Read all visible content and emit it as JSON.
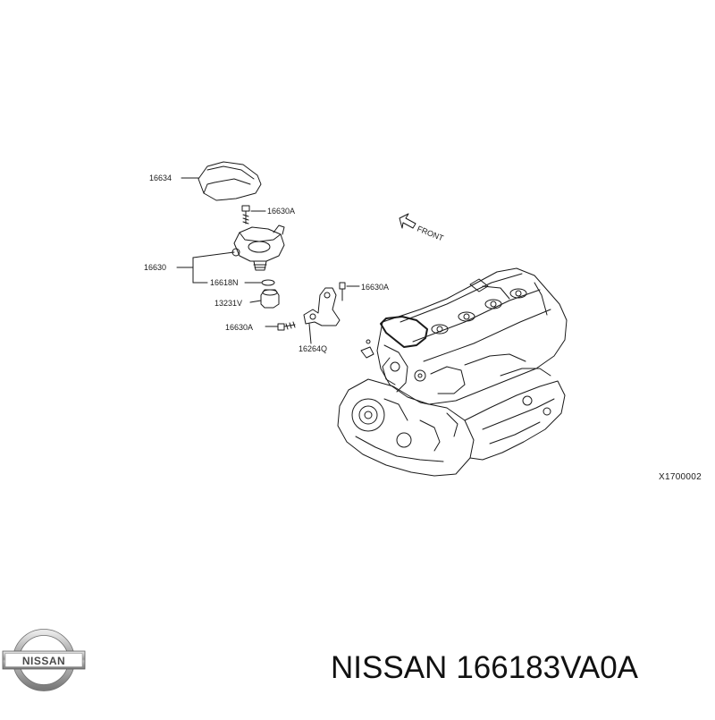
{
  "callouts": {
    "cover": "16634",
    "bolt_top": "16630A",
    "pump_group": "16630",
    "oring": "16618N",
    "tappet": "13231V",
    "bolt_left": "16630A",
    "bolt_right": "16630A",
    "bracket": "16264Q"
  },
  "front_arrow_label": "FRONT",
  "diagram_id": "X1700002",
  "logo": {
    "text": "NISSAN"
  },
  "caption": {
    "brand": "NISSAN",
    "part_number": "166183VA0A"
  }
}
